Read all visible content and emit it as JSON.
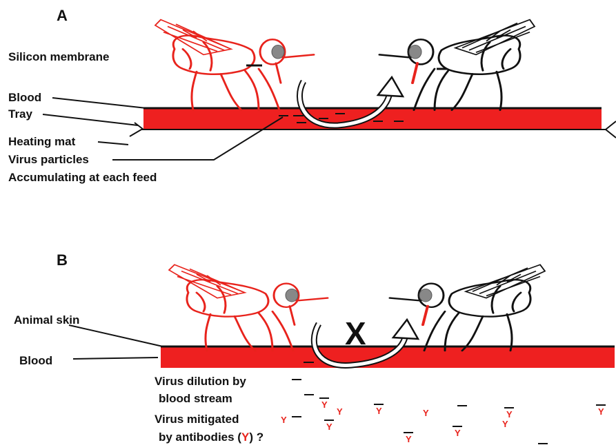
{
  "panel_a": {
    "letter": "A",
    "labels": {
      "silicon_membrane": "Silicon membrane",
      "blood": "Blood",
      "tray": "Tray",
      "heating_mat": "Heating mat",
      "virus_particles": "Virus particles",
      "accumulating": "Accumulating at each feed"
    }
  },
  "panel_b": {
    "letter": "B",
    "cross_mark": "X",
    "labels": {
      "animal_skin": "Animal skin",
      "blood": "Blood",
      "dilution_line1": "Virus dilution by",
      "dilution_line2": "blood stream",
      "mitigated_line1": "Virus mitigated",
      "mitigated_line2_pre": "by antibodies (",
      "mitigated_line2_post": ") ?"
    }
  },
  "colors": {
    "blood": "#ee2020",
    "infected_fly": "#e8231c",
    "clean_fly": "#111111"
  }
}
